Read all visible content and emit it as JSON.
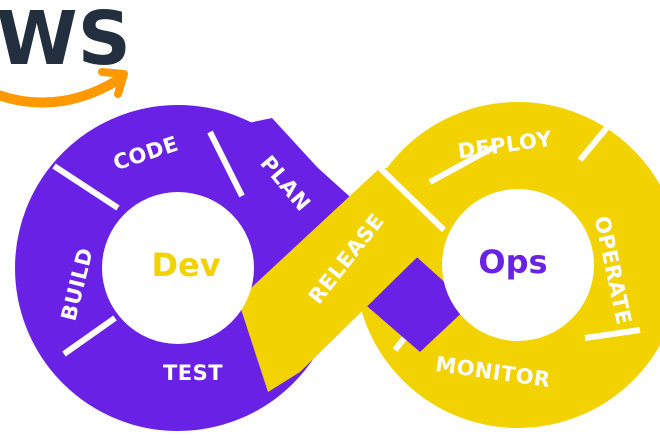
{
  "logo": {
    "text": "WS",
    "smile_color": "#ff9900",
    "text_color": "#232f3e"
  },
  "diagram": {
    "dev_label": "Dev",
    "ops_label": "Ops",
    "segments": {
      "code": "CODE",
      "plan": "PLAN",
      "build": "BUILD",
      "test": "TEST",
      "release": "RELEASE",
      "deploy": "DEPLOY",
      "operate": "OPERATE",
      "monitor": "MONITOR"
    },
    "colors": {
      "dev_loop": "#6a21e6",
      "ops_loop": "#f2d200",
      "dev_text": "#f2d200",
      "ops_text": "#6a21e6",
      "segment_text": "#ffffff"
    }
  }
}
